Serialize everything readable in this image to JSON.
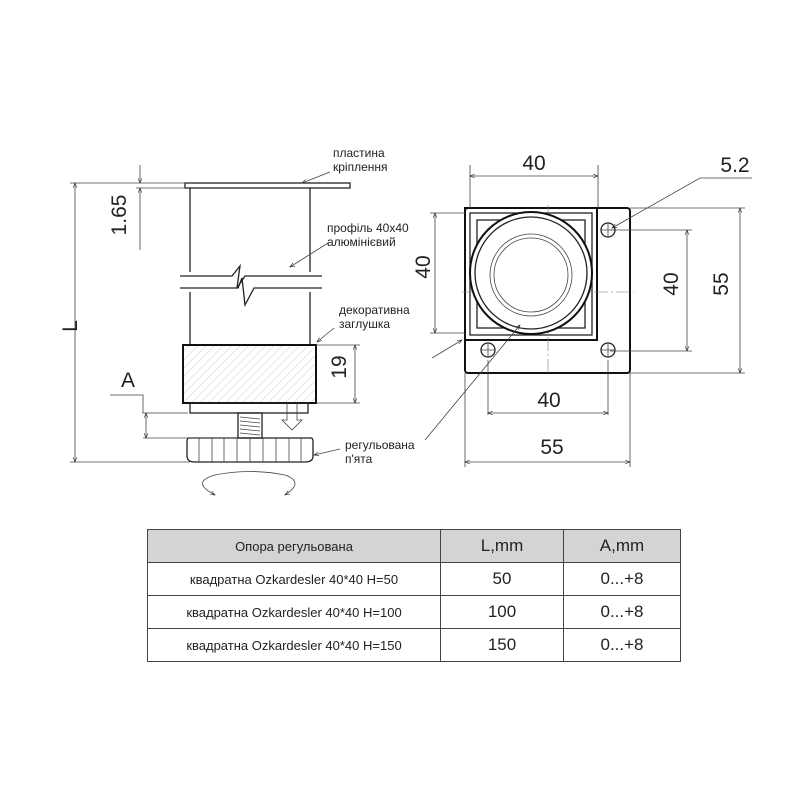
{
  "side_view": {
    "callouts": {
      "plate": [
        "пластина",
        "кріплення"
      ],
      "profile": [
        "профіль 40x40",
        "алюмінієвий"
      ],
      "cap": [
        "декоративна",
        "заглушка"
      ],
      "foot": [
        "регульована",
        "п'ята"
      ]
    },
    "dims": {
      "L": "L",
      "plate_thickness": "1.65",
      "cap_height": "19",
      "A": "A"
    }
  },
  "top_view": {
    "dims": {
      "top": "40",
      "left": "40",
      "hole": "5.2",
      "right_inner": "40",
      "right_outer": "55",
      "bottom_inner": "40",
      "bottom_outer": "55"
    }
  },
  "table": {
    "headers": [
      "Опора регульована",
      "L,mm",
      "A,mm"
    ],
    "rows": [
      [
        "квадратна Ozkardesler 40*40 H=50",
        "50",
        "0...+8"
      ],
      [
        "квадратна Ozkardesler 40*40 H=100",
        "100",
        "0...+8"
      ],
      [
        "квадратна Ozkardesler 40*40 H=150",
        "150",
        "0...+8"
      ]
    ]
  }
}
